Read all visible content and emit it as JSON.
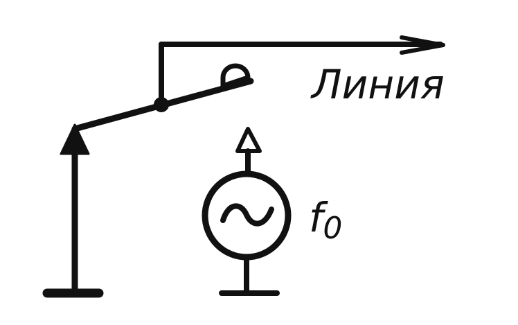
{
  "labels": {
    "line": "Линия",
    "frequency_symbol": "f",
    "frequency_subscript": "0"
  },
  "colors": {
    "ink": "#111111",
    "background": "#ffffff"
  }
}
